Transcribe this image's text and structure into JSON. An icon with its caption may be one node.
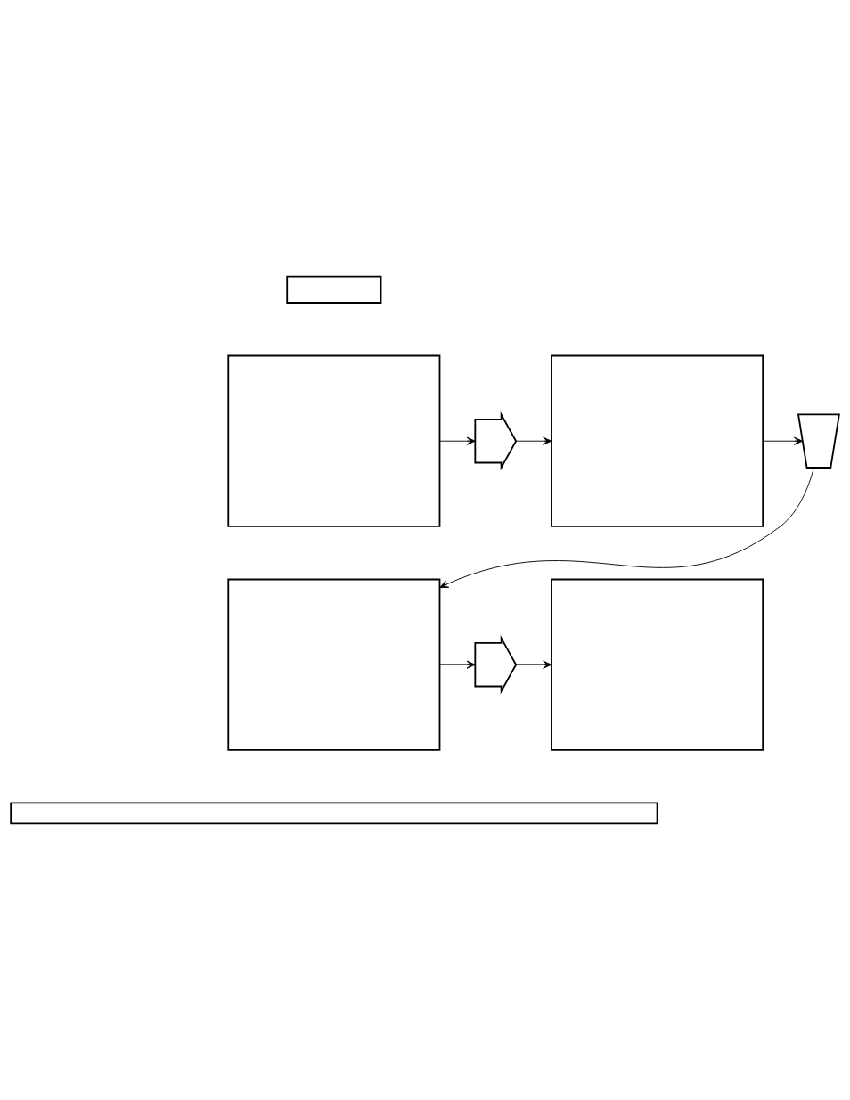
{
  "diagram": {
    "nodes": [
      {
        "text": [],
        "shape": "box"
      },
      {
        "text": [],
        "shape": "box"
      },
      {
        "text": [],
        "shape": "button"
      },
      {
        "text": [],
        "shape": "box"
      },
      {
        "text": [],
        "shape": "button"
      },
      {
        "text": [],
        "shape": "box"
      },
      {
        "text": [],
        "shape": "button"
      },
      {
        "text": [],
        "shape": "box"
      },
      {
        "text": [],
        "shape": "box"
      }
    ],
    "edges": [
      {
        "from": 1,
        "to": 2,
        "arrow": "to"
      },
      {
        "from": 2,
        "to": 3,
        "arrow": "to"
      },
      {
        "from": 3,
        "to": 4,
        "arrow": "to"
      },
      {
        "from": 4,
        "to": 5,
        "arrow": "to"
      },
      {
        "from": 5,
        "to": 6,
        "arrow": "to"
      },
      {
        "from": 6,
        "to": 7,
        "arrow": "to"
      }
    ]
  }
}
